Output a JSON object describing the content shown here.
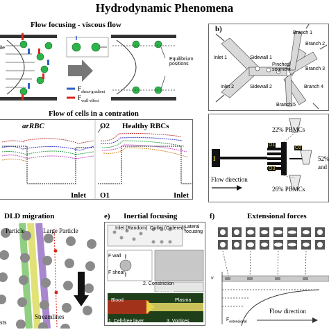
{
  "title": "Hydrodynamic Phenomena",
  "sections": {
    "flow_focusing": "Flow focusing - viscous flow",
    "flow_of_cells": "Flow of cells in a contration",
    "dld": "DLD migration",
    "inertial": "Inertial focusing",
    "extensional": "Extensional forces"
  },
  "panel_letters": {
    "b": "b)",
    "e": "e)",
    "f": "f)"
  },
  "flow_focusing": {
    "equilibrium": "Equilibrium positions",
    "f_shear_label": "F",
    "f_shear_sub": "shear-gradient",
    "f_wall_label": "F",
    "f_wall_sub": "wall-effect",
    "left_partial": "ile"
  },
  "contraction": {
    "arrbc": "arRBC",
    "healthy": "Healthy RBCs",
    "o2": "O2",
    "o1": "O1",
    "inlet_left": "Inlet",
    "inlet_right": "Inlet"
  },
  "panel_b": {
    "branch1": "Branch 1",
    "branch2": "Branch 2",
    "branch3": "Branch 3",
    "branch4": "Branch 4",
    "branch5": "Branch 5",
    "inlet1": "Inlet 1",
    "inlet2": "Inlet 2",
    "sidewall1": "Sidewall 1",
    "sidewall2": "Sidewall 2",
    "pinched": "Pinched segment"
  },
  "panel_c": {
    "pct1": "22% PBMCs",
    "pct2": "52%",
    "and": "and",
    "pct3": "26% PBMCs",
    "flow_dir": "Flow direction",
    "i_label": "I",
    "o1": "O1",
    "o2": "O2",
    "o3": "O3"
  },
  "dld": {
    "particle": "Particle",
    "large_particle": "Large Particle",
    "streamlines": "Streamlines",
    "left_edge": "sts"
  },
  "inertial": {
    "inlet_random": "Inlet (Random)",
    "outlet_ordered": "Outlet (Ordered)",
    "lateral_focusing": "Lateral focusing",
    "fwall": "F wall",
    "fshear": "F shear",
    "constriction": "2. Constriction",
    "blood": "Blood",
    "plasma": "Plasma",
    "vortices_top": "Vortices",
    "cell_free": "1. Cell-free layer",
    "vortices": "3. Vortices"
  },
  "extensional": {
    "flow_direction": "Flow direction",
    "f_label": "F",
    "f_sub": "extensional"
  }
}
